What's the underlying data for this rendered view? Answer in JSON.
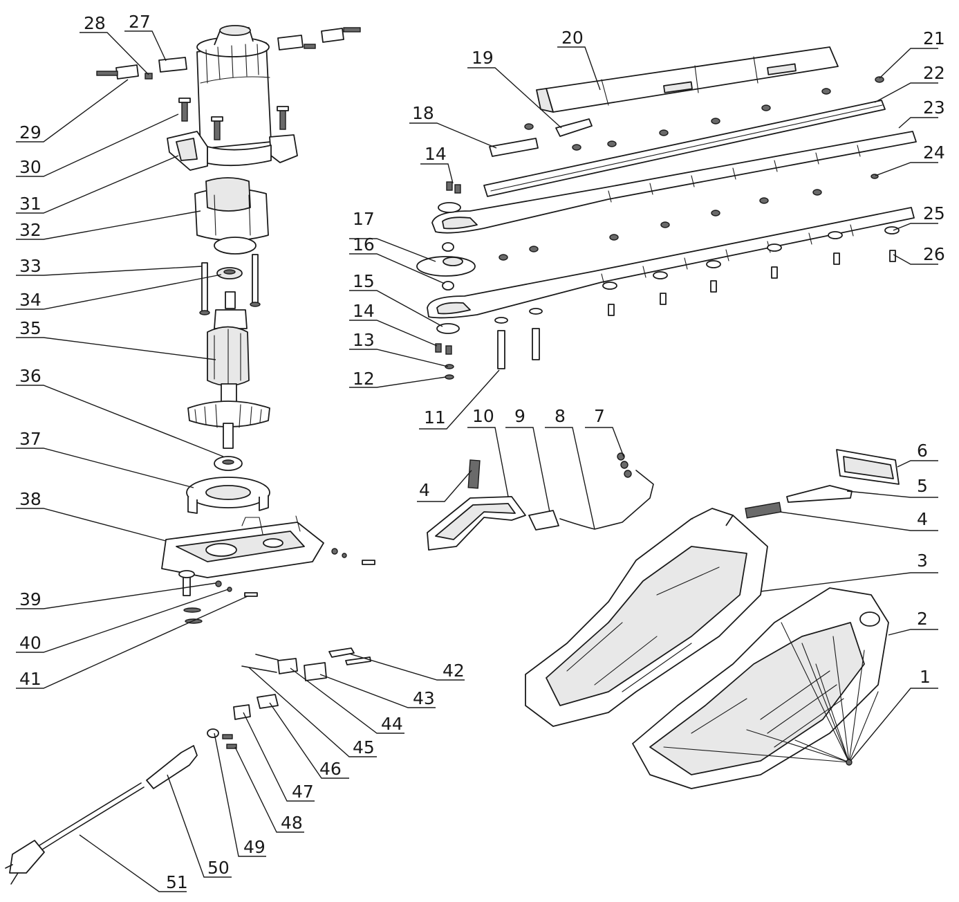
{
  "labels": [
    "1",
    "2",
    "3",
    "4",
    "4",
    "5",
    "6",
    "7",
    "8",
    "9",
    "10",
    "11",
    "12",
    "13",
    "14",
    "14",
    "15",
    "16",
    "17",
    "18",
    "19",
    "20",
    "21",
    "22",
    "23",
    "24",
    "25",
    "26",
    "27",
    "28",
    "29",
    "30",
    "31",
    "32",
    "33",
    "34",
    "35",
    "36",
    "37",
    "38",
    "39",
    "40",
    "41",
    "42",
    "43",
    "44",
    "45",
    "46",
    "47",
    "48",
    "49",
    "50",
    "51"
  ],
  "colors": {
    "ink": "#1a1a1a",
    "paper": "#ffffff",
    "shade": "#e8e8e8"
  }
}
